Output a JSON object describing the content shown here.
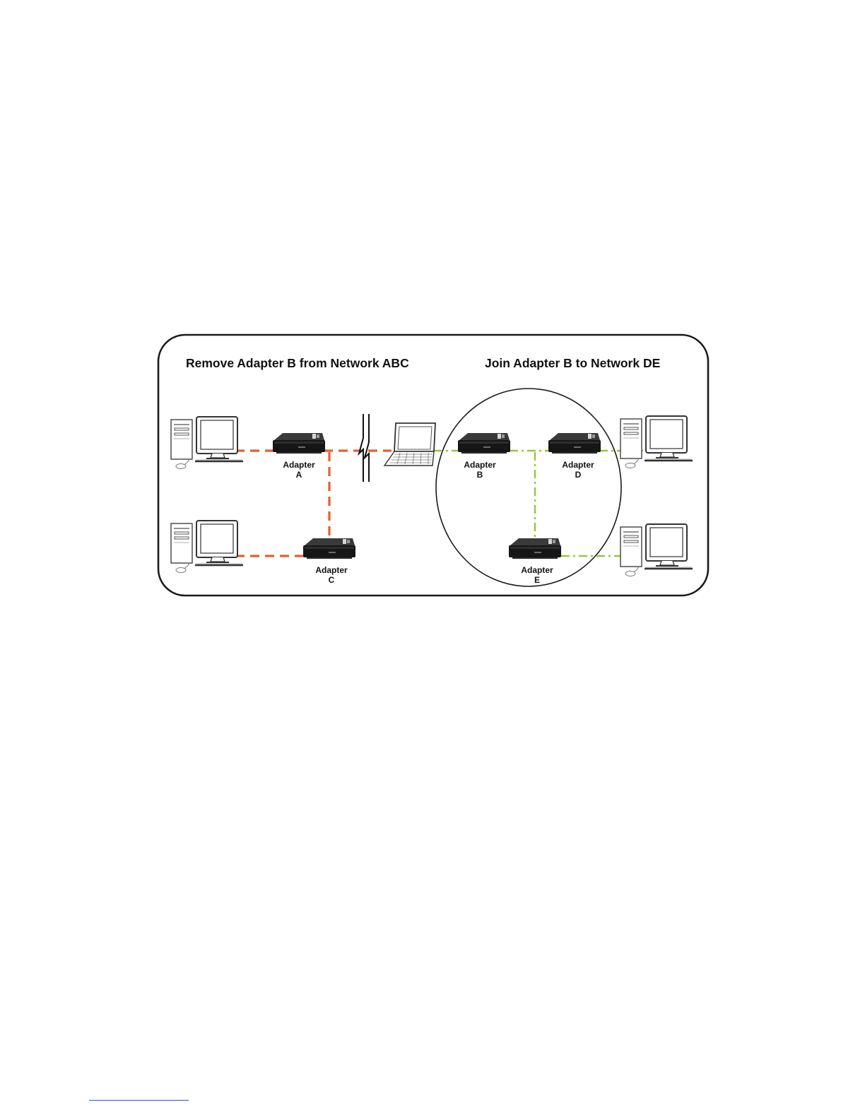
{
  "diagram": {
    "left_title": "Remove Adapter B from Network ABC",
    "right_title": "Join Adapter B to Network DE",
    "adapters": {
      "a": {
        "line1": "Adapter",
        "line2": "A"
      },
      "b": {
        "line1": "Adapter",
        "line2": "B"
      },
      "c": {
        "line1": "Adapter",
        "line2": "C"
      },
      "d": {
        "line1": "Adapter",
        "line2": "D"
      },
      "e": {
        "line1": "Adapter",
        "line2": "E"
      }
    },
    "colors": {
      "network_abc_line": "#e0622c",
      "network_de_line": "#9ac43a",
      "outline": "#222222"
    },
    "icons": [
      "desktop-computer-icon",
      "powerline-adapter-icon",
      "laptop-icon",
      "broken-link-icon"
    ]
  }
}
